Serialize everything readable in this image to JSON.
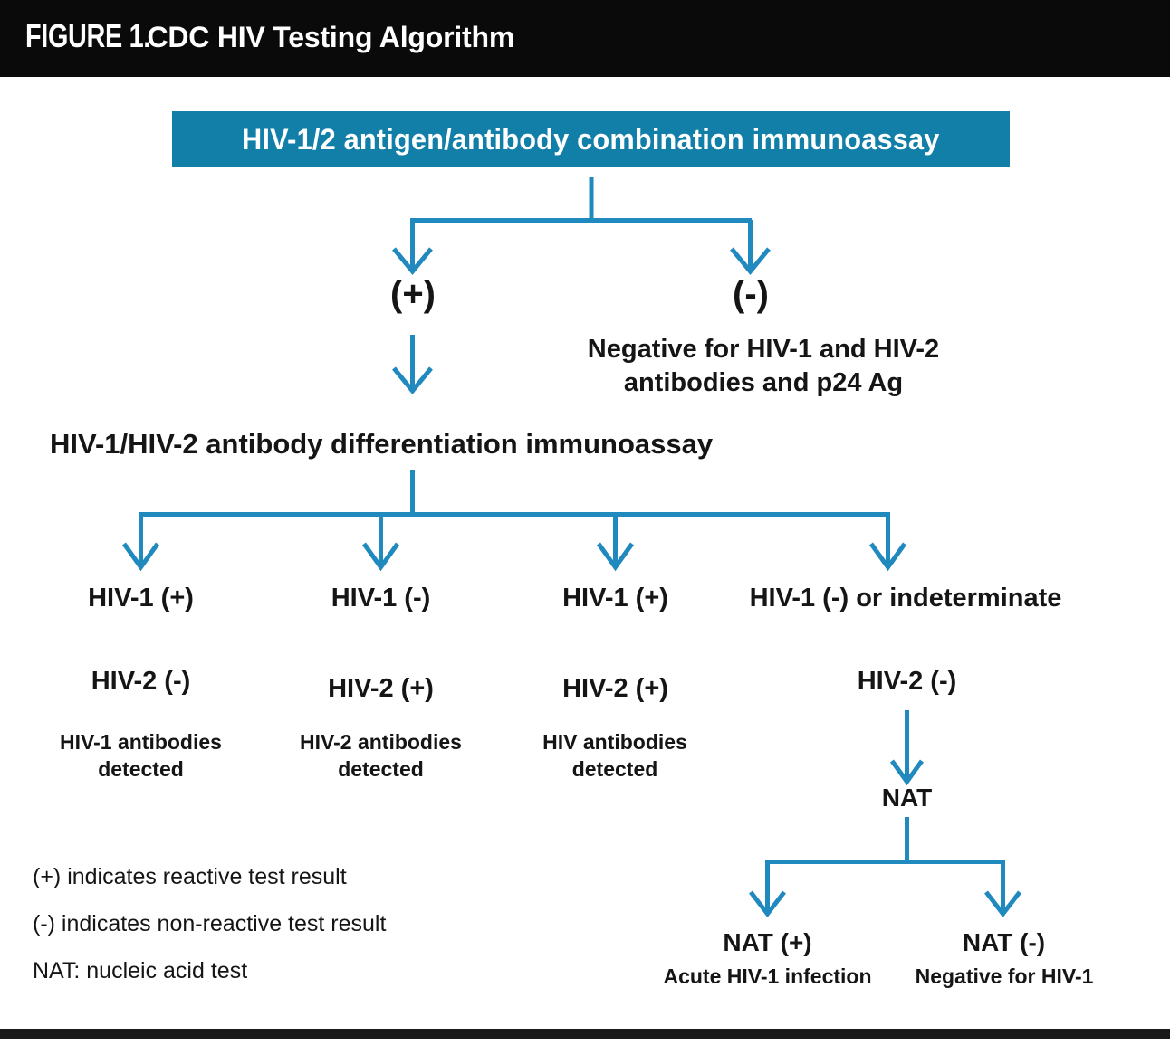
{
  "figure": {
    "title_label": "FIGURE 1.",
    "title_main": "CDC HIV Testing Algorithm",
    "title_bar_color": "#0a0a0a",
    "accent_color": "#127FA8",
    "line_color": "#2089BE",
    "text_color": "#151515"
  },
  "flow": {
    "root": {
      "label": "HIV-1/2 antigen/antibody combination immunoassay"
    },
    "root_branches": {
      "positive_sign": "(+)",
      "negative_sign": "(-)",
      "negative_result": "Negative for HIV-1 and HIV-2\nantibodies and p24 Ag"
    },
    "differentiation": {
      "label": "HIV-1/HIV-2 antibody differentiation immunoassay"
    },
    "outcomes": [
      {
        "hiv1": "HIV-1 (+)",
        "hiv2": "HIV-2 (-)",
        "interpretation": "HIV-1 antibodies\ndetected"
      },
      {
        "hiv1": "HIV-1 (-)",
        "hiv2": "HIV-2 (+)",
        "interpretation": "HIV-2 antibodies\ndetected"
      },
      {
        "hiv1": "HIV-1 (+)",
        "hiv2": "HIV-2 (+)",
        "interpretation": "HIV antibodies\ndetected"
      },
      {
        "hiv1": "HIV-1 (-) or indeterminate",
        "hiv2": "HIV-2 (-)",
        "interpretation": ""
      }
    ],
    "nat": {
      "label": "NAT",
      "positive": {
        "sign": "NAT (+)",
        "result": "Acute HIV-1 infection"
      },
      "negative": {
        "sign": "NAT (-)",
        "result": "Negative for HIV-1"
      }
    }
  },
  "legend": {
    "lines": [
      "(+) indicates reactive test result",
      "(-) indicates non-reactive test result",
      "NAT: nucleic acid test"
    ]
  }
}
